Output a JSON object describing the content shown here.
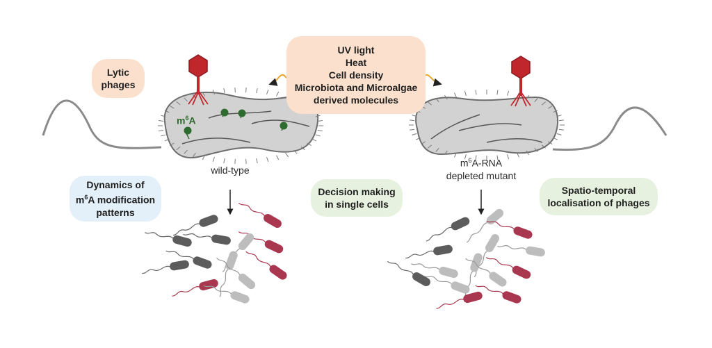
{
  "colors": {
    "peach": "#fbe1cd",
    "blue": "#e4f0f9",
    "green": "#e7f1df",
    "phage_red": "#c0272d",
    "m6a_green": "#2e6b2e",
    "cell_gray": "#d4d4d4",
    "dark_bacterium": "#5c5c5c",
    "light_bacterium": "#bdbdbd",
    "red_bacterium": "#a8374f"
  },
  "stimuli": {
    "lines": [
      "UV light",
      "Heat",
      "Cell density",
      "Microbiota and Microalgae",
      "derived molecules"
    ]
  },
  "lytic_phages": {
    "lines": [
      "Lytic",
      "phages"
    ]
  },
  "dynamics": {
    "line1_prefix": "Dynamics of",
    "m": "m",
    "sup": "6",
    "line2_rest": "A modification",
    "line3": "patterns"
  },
  "decision": {
    "lines": [
      "Decision making",
      "in single cells"
    ]
  },
  "spatio": {
    "lines": [
      "Spatio-temporal",
      "localisation of phages"
    ]
  },
  "wildtype": {
    "label": "wild-type",
    "m": "m",
    "sup": "6",
    "a": "A"
  },
  "mutant": {
    "m": "m",
    "sup": "6",
    "rest": "A-RNA",
    "line2": "depleted mutant"
  }
}
